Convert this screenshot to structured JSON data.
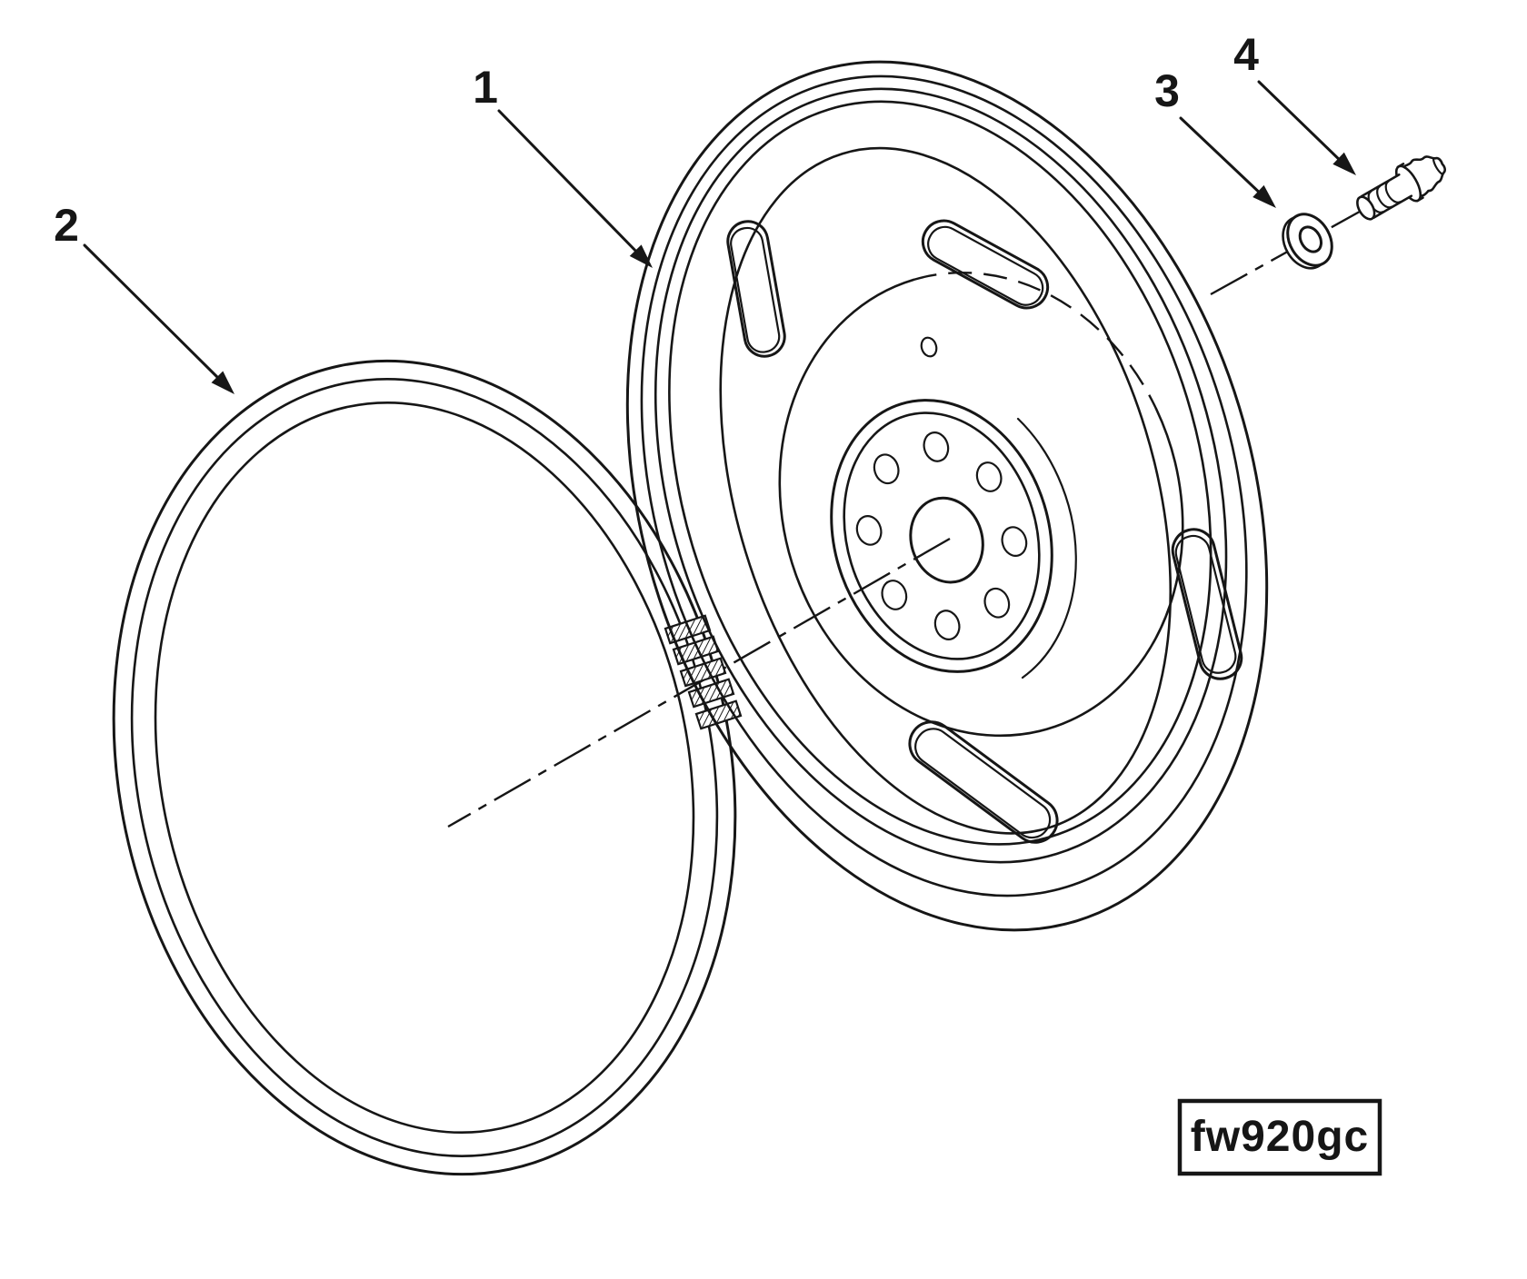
{
  "figure": {
    "code": "fw920gc"
  },
  "callouts": [
    {
      "label": "1"
    },
    {
      "label": "2"
    },
    {
      "label": "3"
    },
    {
      "label": "4"
    }
  ],
  "colors": {
    "background": "#ffffff",
    "line": "#161616"
  }
}
